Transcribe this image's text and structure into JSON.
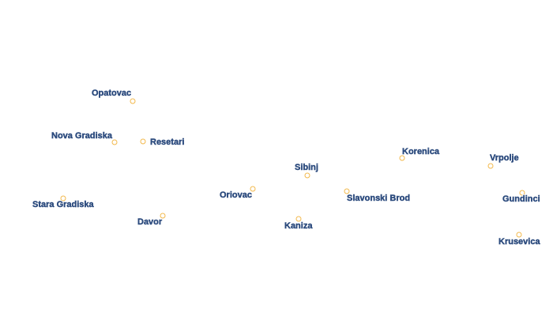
{
  "map": {
    "label_color": "#2b4a7d",
    "halo_color": "#ffffff",
    "marker_color": "#f2b84b",
    "places": [
      {
        "name": "Opatovac"
      },
      {
        "name": "Nova Gradiska"
      },
      {
        "name": "Resetari"
      },
      {
        "name": "Stara Gradiska"
      },
      {
        "name": "Davor"
      },
      {
        "name": "Oriovac"
      },
      {
        "name": "Sibinj"
      },
      {
        "name": "Kaniza"
      },
      {
        "name": "Slavonski Brod"
      },
      {
        "name": "Korenica"
      },
      {
        "name": "Vrpolje"
      },
      {
        "name": "Gundinci"
      },
      {
        "name": "Krusevica"
      }
    ]
  }
}
